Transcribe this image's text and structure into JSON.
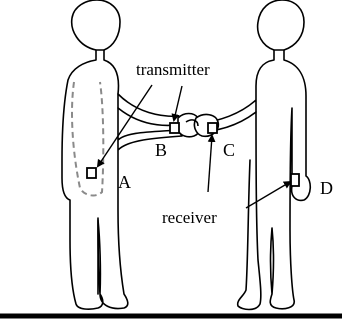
{
  "labels": {
    "transmitter": "transmitter",
    "receiver": "receiver",
    "a": "A",
    "b": "B",
    "c": "C",
    "d": "D"
  },
  "colors": {
    "outline": "#000000",
    "dashed_region": "#8a8a8a",
    "ground": "#000000"
  }
}
